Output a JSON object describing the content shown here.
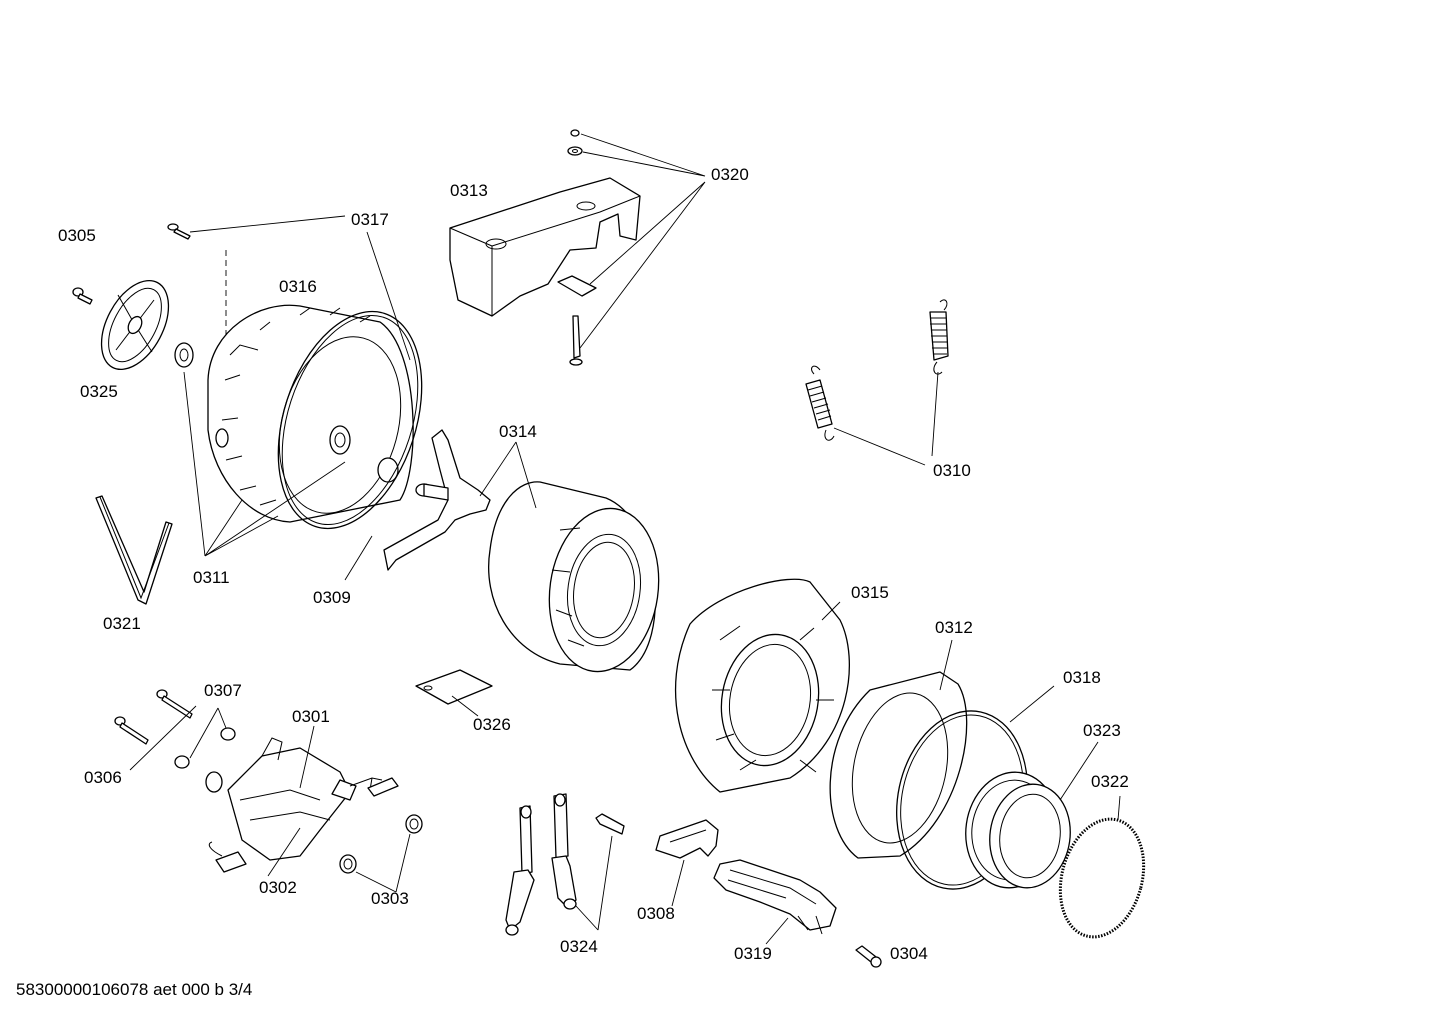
{
  "diagram": {
    "labels": {
      "p0301": "0301",
      "p0302": "0302",
      "p0303": "0303",
      "p0304": "0304",
      "p0305": "0305",
      "p0306": "0306",
      "p0307": "0307",
      "p0308": "0308",
      "p0309": "0309",
      "p0310": "0310",
      "p0311": "0311",
      "p0312": "0312",
      "p0313": "0313",
      "p0314": "0314",
      "p0315": "0315",
      "p0316": "0316",
      "p0317": "0317",
      "p0318": "0318",
      "p0319": "0319",
      "p0320": "0320",
      "p0321": "0321",
      "p0322": "0322",
      "p0323": "0323",
      "p0324": "0324",
      "p0325": "0325",
      "p0326": "0326"
    },
    "footer": "58300000106078 aet 000 b 3/4"
  }
}
